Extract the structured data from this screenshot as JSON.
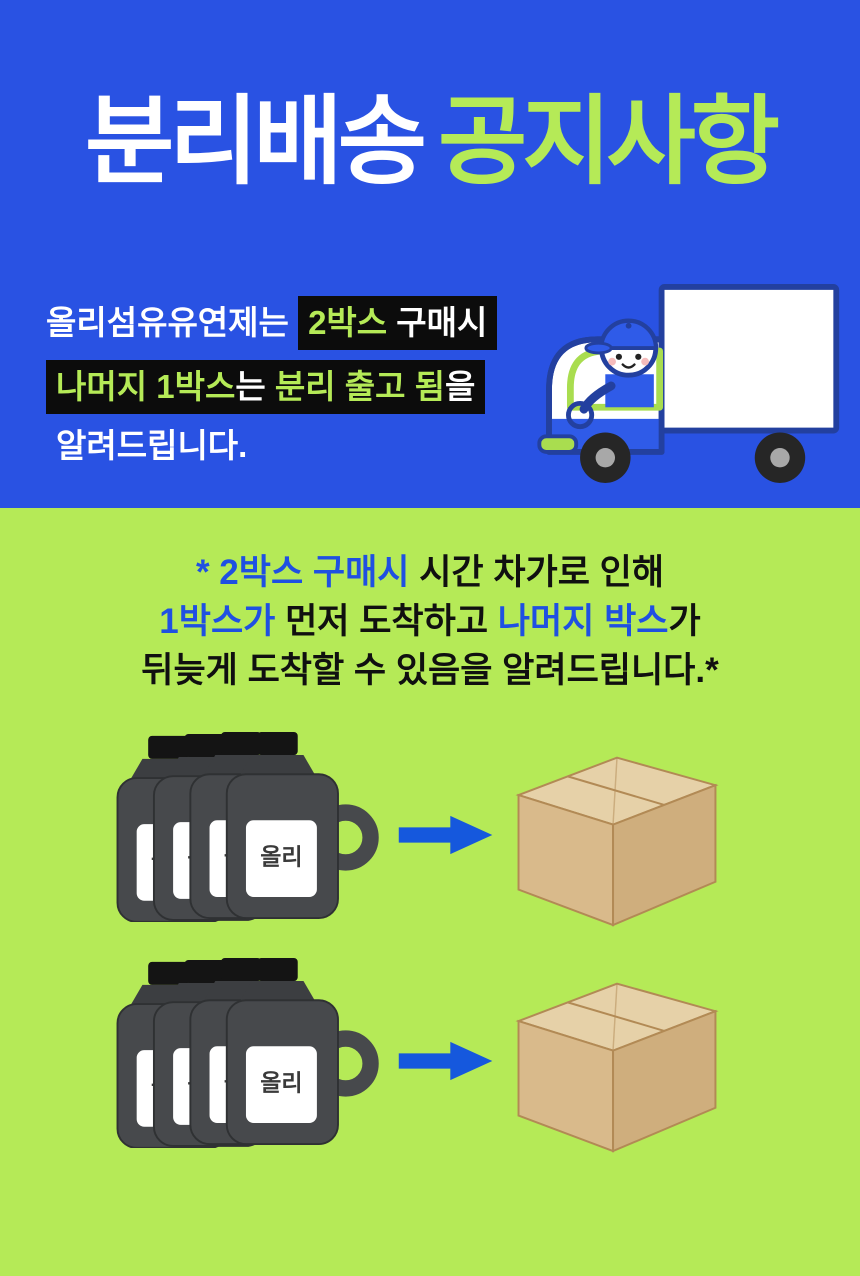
{
  "colors": {
    "blue_bg": "#2952e3",
    "lime": "#b5ea57",
    "highlight_bg": "#0c0c0c",
    "text_blue": "#1f50e2",
    "arrow_blue": "#1558dd"
  },
  "header": {
    "title_white": "분리배송",
    "title_green": "공지사항"
  },
  "notice": {
    "line1_plain": "올리섬유유연제는 ",
    "line1_hl_green": "2박스",
    "line1_hl_white": " 구매시",
    "line2_hl_green_a": "나머지 1박스",
    "line2_hl_white_a": "는 ",
    "line2_hl_green_b": "분리 출고 됨",
    "line2_hl_white_b": "을",
    "line3": "알려드립니다."
  },
  "caption": {
    "line1_blue": "* 2박스 구매시",
    "line1_black": " 시간 차가로 인해",
    "line2_blue_a": "1박스가",
    "line2_black_a": " 먼저 도착하고 ",
    "line2_blue_b": "나머지 박스",
    "line2_black_b": "가",
    "line3": "뒤늦게 도착할 수 있음을 알려드립니다.*"
  },
  "bottles": {
    "label": "올리"
  }
}
